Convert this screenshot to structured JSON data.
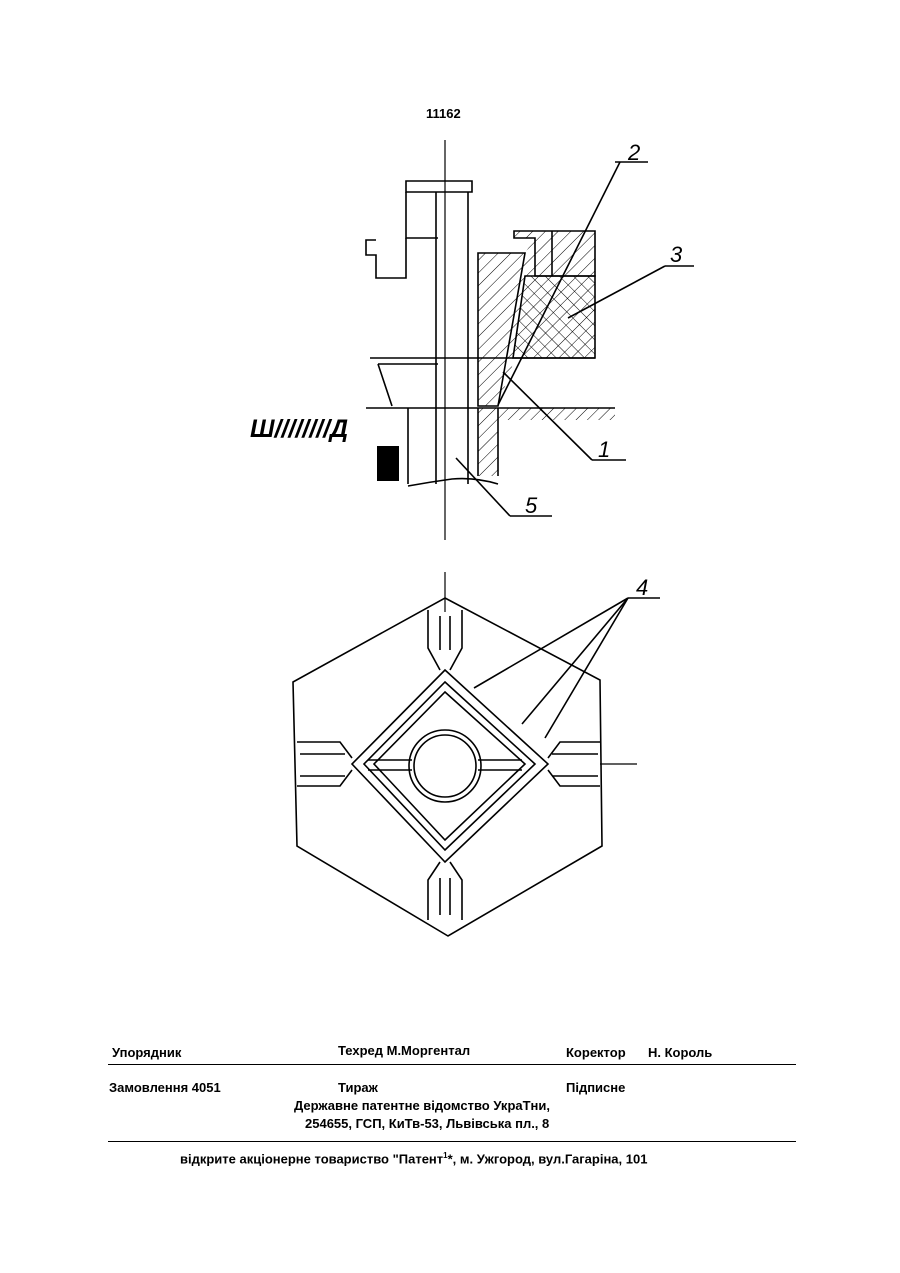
{
  "page_number": "11162",
  "drawing": {
    "callouts": [
      "2",
      "3",
      "1",
      "5",
      "4"
    ],
    "margin_mark": "Ш////////Д"
  },
  "footer": {
    "compiler_label": "Упорядник",
    "techred": "Техред М.Моргентал",
    "corrector_label": "Коректор",
    "corrector_name": "Н. Король",
    "order": "Замовлення 4051",
    "circulation": "Тираж",
    "subscription": "Підписне",
    "office": "Державне патентне відомство УкраТни,",
    "address": "254655, ГСП, КиТв-53, Львівська пл., 8",
    "printer_pre": "відкрите акціонерне товариство  \"Патент",
    "printer_sup": "1",
    "printer_post": "*, м. Ужгород, вул.Гагаріна, 101"
  }
}
